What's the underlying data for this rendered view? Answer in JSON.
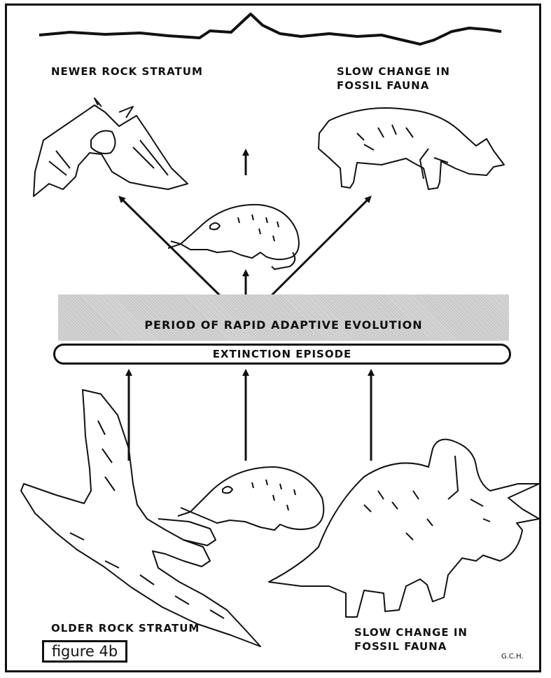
{
  "labels": {
    "newer_stratum": "NEWER ROCK STRATUM",
    "slow_change_top": "SLOW CHANGE IN FOSSIL FAUNA",
    "period": "PERIOD OF RAPID ADAPTIVE EVOLUTION",
    "extinction": "EXTINCTION EPISODE",
    "older_stratum": "OLDER ROCK STRATUM",
    "slow_change_bottom": "SLOW CHANGE IN FOSSIL FAUNA",
    "figure": "figure 4b",
    "signature": "G.C.H."
  }
}
